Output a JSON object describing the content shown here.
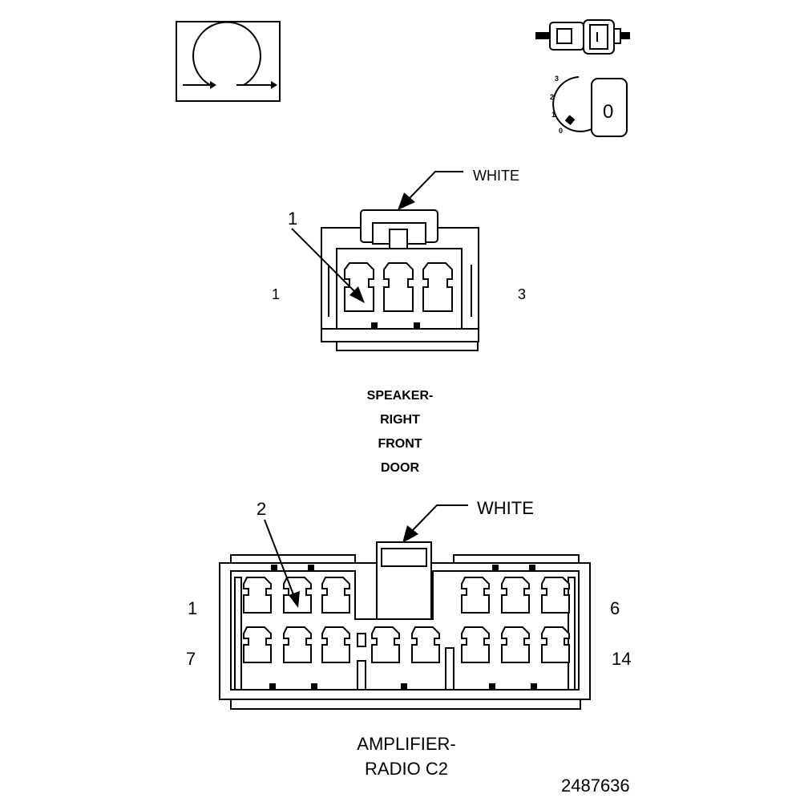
{
  "top_icons": {
    "reset_icon": "circular-arrows-icon",
    "connector_icon": "connector-plug-icon",
    "ignition_icon": "ignition-key-icon",
    "ignition_positions": [
      "3",
      "2",
      "1",
      "0"
    ],
    "key_label": "0"
  },
  "speaker_connector": {
    "color_label": "WHITE",
    "callout_number": "1",
    "left_pin": "1",
    "right_pin": "3",
    "title_lines": [
      "SPEAKER-",
      "RIGHT",
      "FRONT",
      "DOOR"
    ]
  },
  "amplifier_connector": {
    "color_label": "WHITE",
    "callout_number": "2",
    "top_left_pin": "1",
    "top_right_pin": "6",
    "bottom_left_pin": "7",
    "bottom_right_pin": "14",
    "title_lines": [
      "AMPLIFIER-",
      "RADIO C2"
    ]
  },
  "figure_id": "2487636"
}
